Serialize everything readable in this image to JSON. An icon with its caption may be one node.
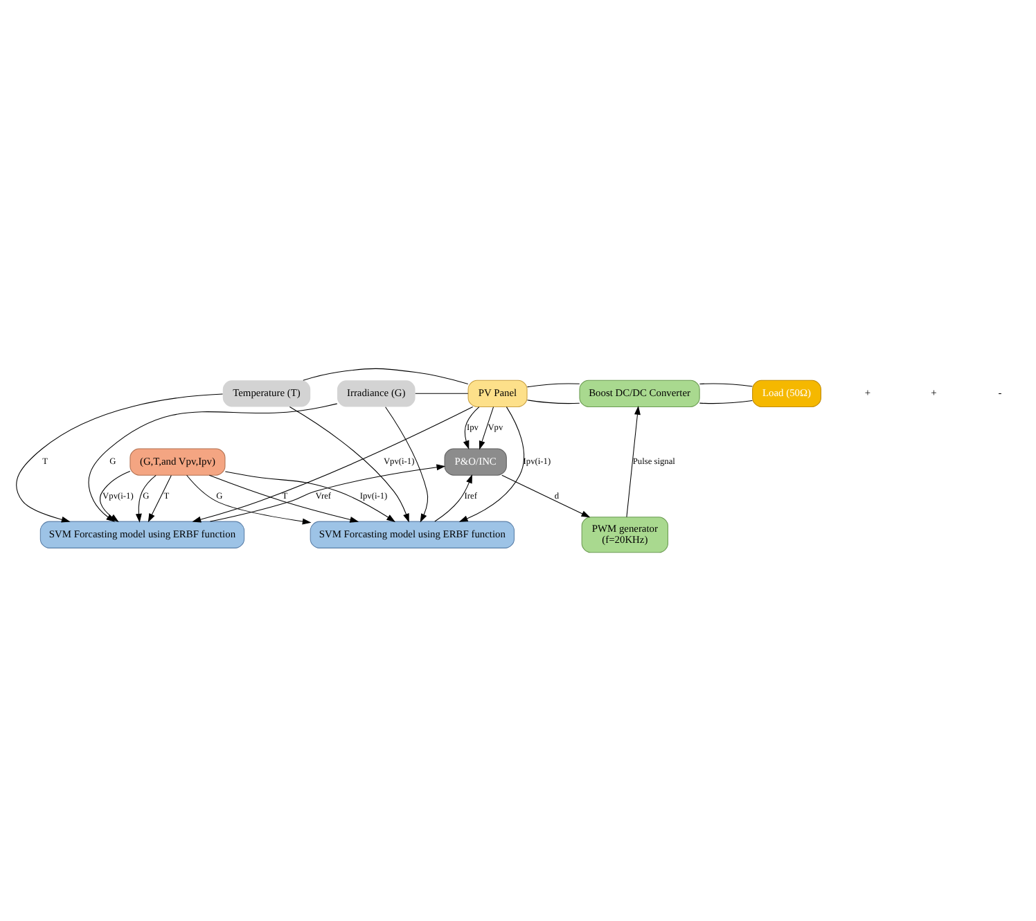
{
  "diagram": {
    "nodes": [
      {
        "text": [
          "Irradiance (G)"
        ]
      },
      {
        "text": [
          "Temperature (T)"
        ]
      },
      {
        "text": [
          "PV Panel"
        ]
      },
      {
        "text": [
          "Boost DC/DC Converter"
        ]
      },
      {
        "text": [
          "Load (50Ω)"
        ]
      },
      {
        "text": [
          "P&O/INC"
        ]
      },
      {
        "text": [
          "PWM generator",
          "(f=20KHz)"
        ]
      },
      {
        "text": [
          "SVM Forcasting model using ERBF function"
        ]
      },
      {
        "text": [
          "SVM Forcasting model using ERBF function"
        ]
      },
      {
        "text": [
          "(G,T,and Vpv,Ipv)"
        ]
      }
    ],
    "edges": [
      {
        "from": 0,
        "to": 2,
        "arrow": "none"
      },
      {
        "from": 1,
        "to": 2,
        "arrow": "none"
      },
      {
        "from": 2,
        "to": 3,
        "arrow": "none"
      },
      {
        "from": 2,
        "to": 3,
        "arrow": "none"
      },
      {
        "from": 3,
        "to": 4,
        "arrow": "none"
      },
      {
        "from": 3,
        "to": 4,
        "arrow": "none"
      },
      {
        "from": 2,
        "to": 5,
        "label": "Vpv",
        "arrow": "to"
      },
      {
        "from": 2,
        "to": 5,
        "label": "Ipv",
        "arrow": "to"
      },
      {
        "from": 5,
        "to": 6,
        "label": "d",
        "arrow": "to"
      },
      {
        "from": 6,
        "to": 3,
        "label": "Pulse signal",
        "arrow": "to"
      },
      {
        "from": 8,
        "to": 5,
        "label": "Iref",
        "arrow": "to"
      },
      {
        "from": 7,
        "to": 5,
        "label": "Vref",
        "arrow": "to"
      },
      {
        "from": 0,
        "to": 7,
        "label": "G",
        "arrow": "to"
      },
      {
        "from": 1,
        "to": 7,
        "label": "T",
        "arrow": "to"
      },
      {
        "from": 2,
        "to": 7,
        "label": "Vpv(i-1)",
        "arrow": "to"
      },
      {
        "from": 0,
        "to": 8,
        "arrow": "to"
      },
      {
        "from": 1,
        "to": 8,
        "arrow": "to"
      },
      {
        "from": 2,
        "to": 8,
        "label": "Ipv(i-1)",
        "arrow": "to"
      },
      {
        "from": 9,
        "to": 7,
        "label": "G",
        "arrow": "to"
      },
      {
        "from": 9,
        "to": 7,
        "label": "T",
        "arrow": "to"
      },
      {
        "from": 9,
        "to": 7,
        "label": "Vpv(i-1)",
        "arrow": "to"
      },
      {
        "from": 9,
        "to": 8,
        "label": "G",
        "arrow": "to"
      },
      {
        "from": 9,
        "to": 8,
        "label": "T",
        "arrow": "to"
      },
      {
        "from": 9,
        "to": 8,
        "label": "Ipv(i-1)",
        "arrow": "to"
      }
    ],
    "labels": [
      "+",
      "+",
      "-"
    ]
  }
}
